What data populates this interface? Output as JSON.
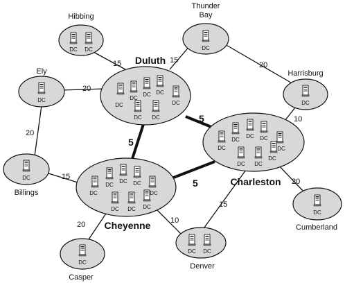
{
  "sites": {
    "hibbing": {
      "name": "Hibbing",
      "dc": [
        "DC",
        "DC"
      ]
    },
    "thunder_bay": {
      "name_line1": "Thunder",
      "name_line2": "Bay",
      "dc": [
        "DC"
      ]
    },
    "ely": {
      "name": "Ely",
      "dc": [
        "DC"
      ]
    },
    "harrisburg": {
      "name": "Harrisburg",
      "dc": [
        "DC"
      ]
    },
    "billings": {
      "name": "Billings",
      "dc": [
        "DC"
      ]
    },
    "cumberland": {
      "name": "Cumberland",
      "dc": [
        "DC"
      ]
    },
    "casper": {
      "name": "Casper",
      "dc": [
        "DC"
      ]
    },
    "denver": {
      "name": "Denver",
      "dc": [
        "DC",
        "DC"
      ]
    },
    "duluth": {
      "name": "Duluth",
      "dc": [
        "DC",
        "DC",
        "DC",
        "DC",
        "DC",
        "DC",
        "DC"
      ]
    },
    "charleston": {
      "name": "Charleston",
      "dc": [
        "DC",
        "DC",
        "DC",
        "DC",
        "DC",
        "DC",
        "DC",
        "DC"
      ]
    },
    "cheyenne": {
      "name": "Cheyenne",
      "dc": [
        "DC",
        "DC",
        "DC",
        "DC",
        "DC",
        "DC",
        "DC",
        "DC"
      ]
    }
  },
  "links": {
    "hibbing_duluth": "15",
    "thunderbay_duluth": "15",
    "thunderbay_harrisburg": "20",
    "ely_duluth": "20",
    "ely_billings": "20",
    "harrisburg_charleston": "10",
    "duluth_charleston": "5",
    "duluth_cheyenne": "5",
    "cheyenne_charleston": "5",
    "billings_cheyenne": "15",
    "charleston_cumberland": "20",
    "charleston_denver": "15",
    "cheyenne_denver": "10",
    "cheyenne_casper": "20"
  }
}
